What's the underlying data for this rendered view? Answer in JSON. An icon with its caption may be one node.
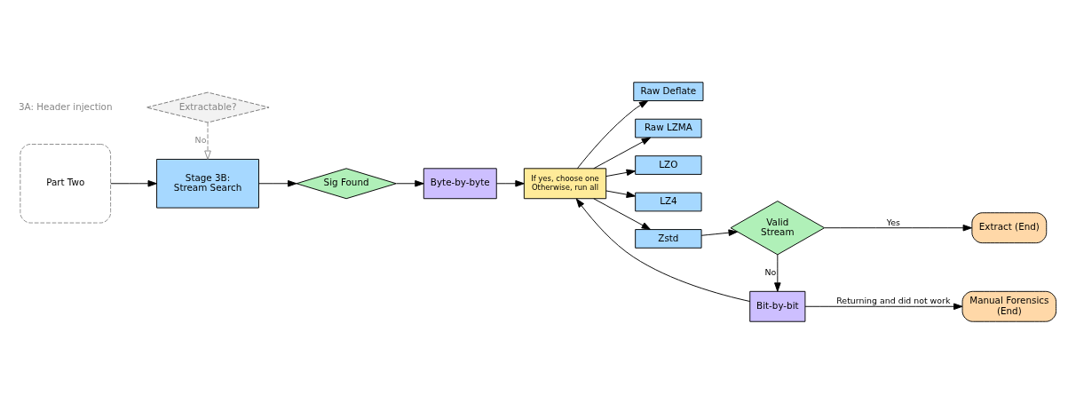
{
  "diagram": {
    "nodes": [
      {
        "text": [
          "Part Two"
        ]
      },
      {
        "text": [
          "Extractable?"
        ]
      },
      {
        "text": [
          "Stage 3B: Stream Search"
        ]
      },
      {
        "text": [
          "Sig Found"
        ]
      },
      {
        "text": [
          "Byte-by-byte"
        ]
      },
      {
        "text": [
          "If yes, choose one Otherwise, run all"
        ]
      },
      {
        "text": [
          "Raw Deflate"
        ]
      },
      {
        "text": [
          "Raw LZMA"
        ]
      },
      {
        "text": [
          "LZO"
        ]
      },
      {
        "text": [
          "LZ4"
        ]
      },
      {
        "text": [
          "Zstd"
        ]
      },
      {
        "text": [
          "Manual Forensics (End)"
        ]
      },
      {
        "text": [
          "Bit-by-bit"
        ]
      },
      {
        "text": [
          "Extract (End)"
        ]
      },
      {
        "text": [
          "Valid Stream"
        ]
      }
    ],
    "edges": [
      {
        "from": 0,
        "to": 2,
        "arrow": "to"
      },
      {
        "from": 1,
        "to": 2,
        "arrow": "to",
        "label": "No",
        "style": "dashed",
        "color": "#888888"
      },
      {
        "from": 2,
        "to": 3,
        "arrow": "to"
      },
      {
        "from": 3,
        "to": 4,
        "arrow": "to"
      },
      {
        "from": 4,
        "to": 5,
        "arrow": "to"
      },
      {
        "from": 5,
        "to": 6,
        "arrow": "to"
      },
      {
        "from": 5,
        "to": 7,
        "arrow": "to"
      },
      {
        "from": 5,
        "to": 8,
        "arrow": "to"
      },
      {
        "from": 5,
        "to": 9,
        "arrow": "to"
      },
      {
        "from": 5,
        "to": 10,
        "arrow": "to"
      },
      {
        "from": 10,
        "to": 14,
        "arrow": "to"
      },
      {
        "from": 14,
        "to": 13,
        "arrow": "to",
        "label": "Yes"
      },
      {
        "from": 14,
        "to": 12,
        "arrow": "to",
        "label": "No"
      },
      {
        "from": 12,
        "to": 5,
        "arrow": "to"
      },
      {
        "from": 12,
        "to": 11,
        "arrow": "to",
        "label": "Returning and did not work"
      }
    ],
    "labels": [
      "3A: Header injection"
    ]
  }
}
